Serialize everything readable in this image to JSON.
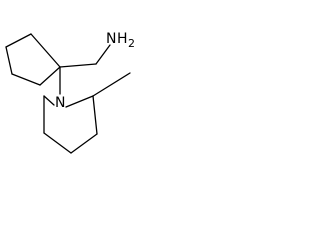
{
  "molecule": {
    "atom_labels": {
      "amine_n": "N",
      "amine_h": "H",
      "amine_h_count": "2",
      "piperidine_n": "N"
    }
  }
}
